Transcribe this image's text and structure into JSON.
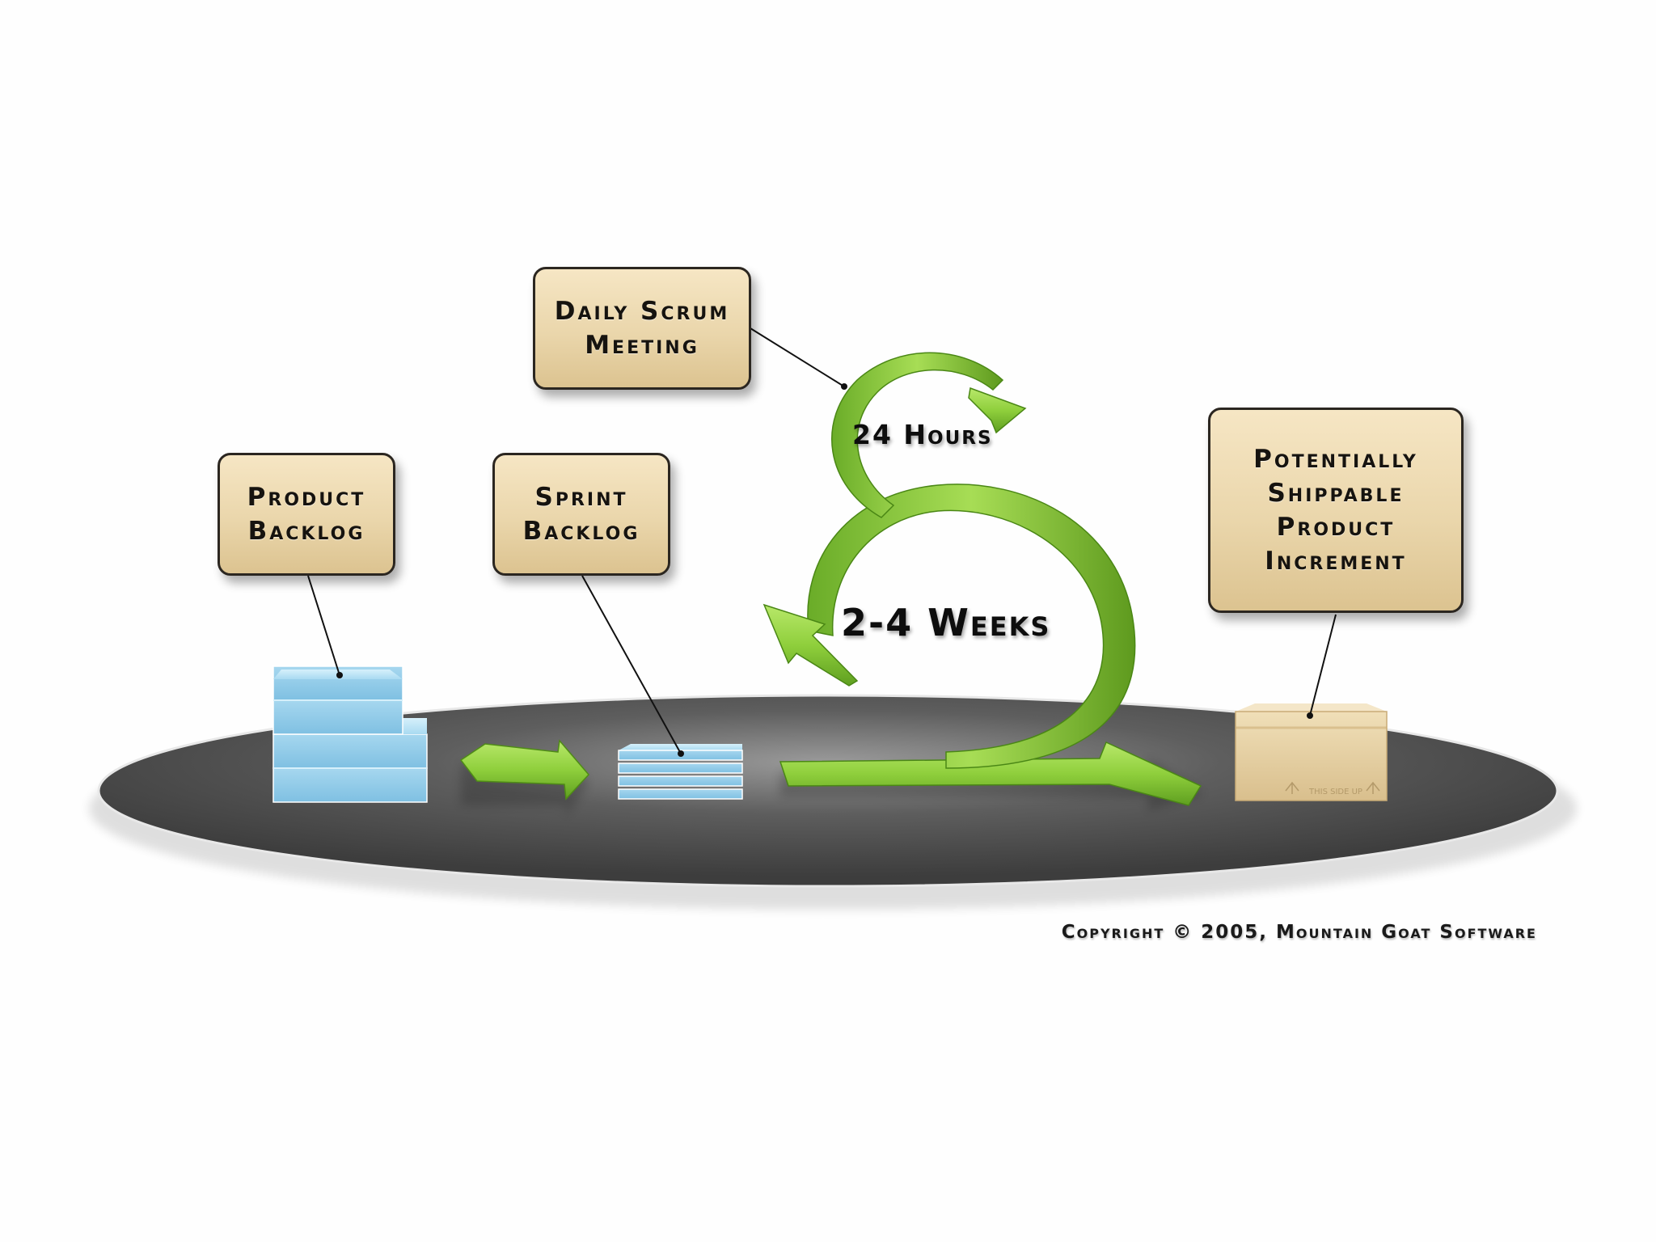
{
  "labels": {
    "product_backlog": "Product\nBacklog",
    "sprint_backlog": "Sprint\nBacklog",
    "daily_scrum": "Daily Scrum\nMeeting",
    "increment": "Potentially\nShippable\nProduct\nIncrement"
  },
  "cycles": {
    "daily": "24 Hours",
    "sprint": "2-4 Weeks"
  },
  "box_stamp": "THIS SIDE UP",
  "copyright": "Copyright © 2005, Mountain Goat Software",
  "colors": {
    "label_fill": "#ead6ab",
    "label_border": "#2b2620",
    "arrow_green": "#8fcf3c",
    "arrow_dark": "#5a9a1c",
    "backlog_blue": "#a8d8f0",
    "platform_gray": "#5a5a5a",
    "box_tan": "#e8d3a6"
  }
}
